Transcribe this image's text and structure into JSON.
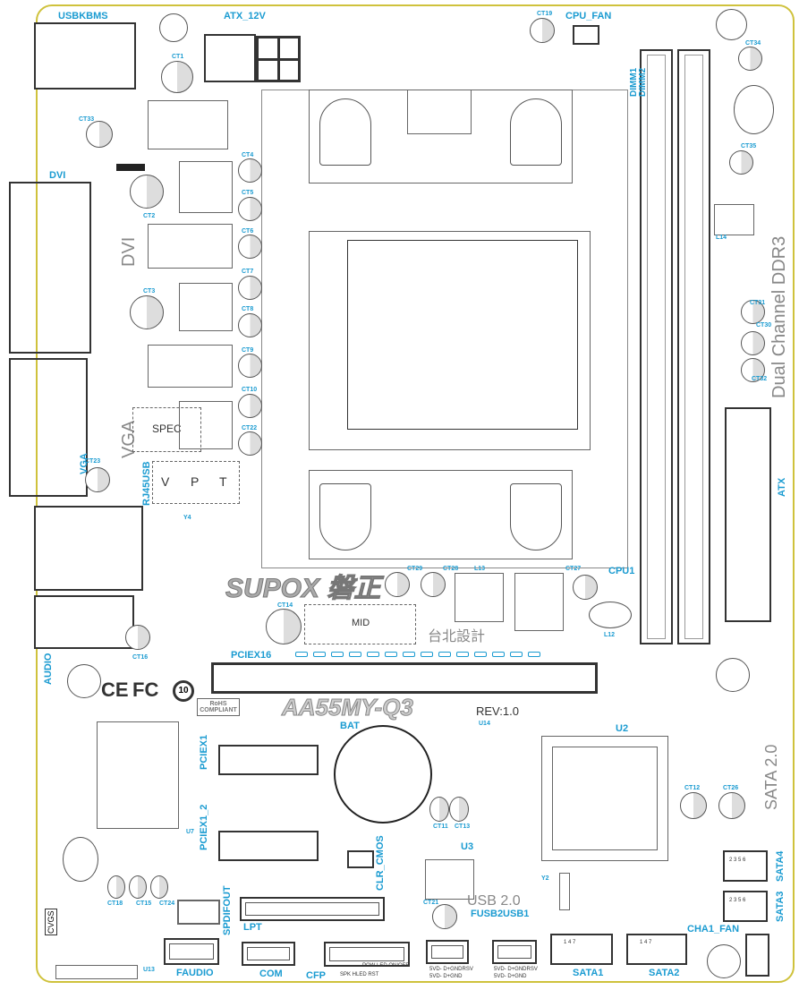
{
  "board": {
    "model": "AA55MY-Q3",
    "revision": "REV:1.0",
    "brand_logo": "SUPOX 磐正",
    "design": "台北設計",
    "certs": [
      "CE",
      "FC",
      "10",
      "RoHS COMPLIANT"
    ]
  },
  "connectors": {
    "usbkbms": "USBKBMS",
    "atx12v": "ATX_12V",
    "cpu_fan": "CPU_FAN",
    "dimm1": "DIMM1",
    "dimm2": "DIMM2",
    "dvi": "DVI",
    "dvi_big": "DVI",
    "vga": "VGA",
    "vga_big": "VGA",
    "rj45usb": "RJ45USB",
    "audio": "AUDIO",
    "atx": "ATX",
    "pciex16": "PCIEX16",
    "pciex1": "PCIEX1",
    "pciex1_2": "PCIEX1_2",
    "bat": "BAT",
    "spdifout": "SPDIFOUT",
    "clr_cmos": "CLR_CMOS",
    "lpt": "LPT",
    "faudio": "FAUDIO",
    "com": "COM",
    "cfp": "CFP",
    "fusb": "FUSB2USB1",
    "usb20": "USB 2.0",
    "sata1": "SATA1",
    "sata2": "SATA2",
    "sata3": "SATA3",
    "sata4": "SATA4",
    "cha1_fan": "CHA1_FAN",
    "sata20": "SATA 2.0",
    "ddr3": "Dual Channel DDR3",
    "cpu1": "CPU1"
  },
  "marks": {
    "spec": "SPEC",
    "v": "V",
    "p": "P",
    "t": "T",
    "mid": "MID",
    "u2": "U2",
    "u3": "U3",
    "u7": "U7",
    "u13": "U13",
    "u14": "U14",
    "y2": "Y2",
    "y4": "Y4",
    "l12": "L12",
    "l13": "L13",
    "l14": "L14",
    "cvgs": "CVGS",
    "cfp_pins": "SPK  HLED  RST",
    "cfp_pins2": "POW LED  ON/OFF",
    "usb_pins": "5VD- D+GNDRSV",
    "usb_pins2": "5VD- D+GND",
    "sata_pins": "1 4 7",
    "sata_pins2": "2 3  5 6"
  },
  "caps": {
    "ct1": "CT1",
    "ct2": "CT2",
    "ct3": "CT3",
    "ct4": "CT4",
    "ct5": "CT5",
    "ct6": "CT6",
    "ct7": "CT7",
    "ct8": "CT8",
    "ct9": "CT9",
    "ct10": "CT10",
    "ct22": "CT22",
    "ct14": "CT14",
    "ct29": "CT29",
    "ct28": "CT28",
    "ct27": "CT27",
    "ct34": "CT34",
    "ct35": "CT35",
    "ct31": "CT31",
    "ct30": "CT30",
    "ct32": "CT32",
    "ct12": "CT12",
    "ct26": "CT26",
    "ct11": "CT11",
    "ct13": "CT13",
    "ct21": "CT21",
    "ct18": "CT18",
    "ct15": "CT15",
    "ct24": "CT24",
    "ct23": "CT23",
    "ct19": "CT19",
    "ct33": "CT33",
    "ct16": "CT16"
  }
}
